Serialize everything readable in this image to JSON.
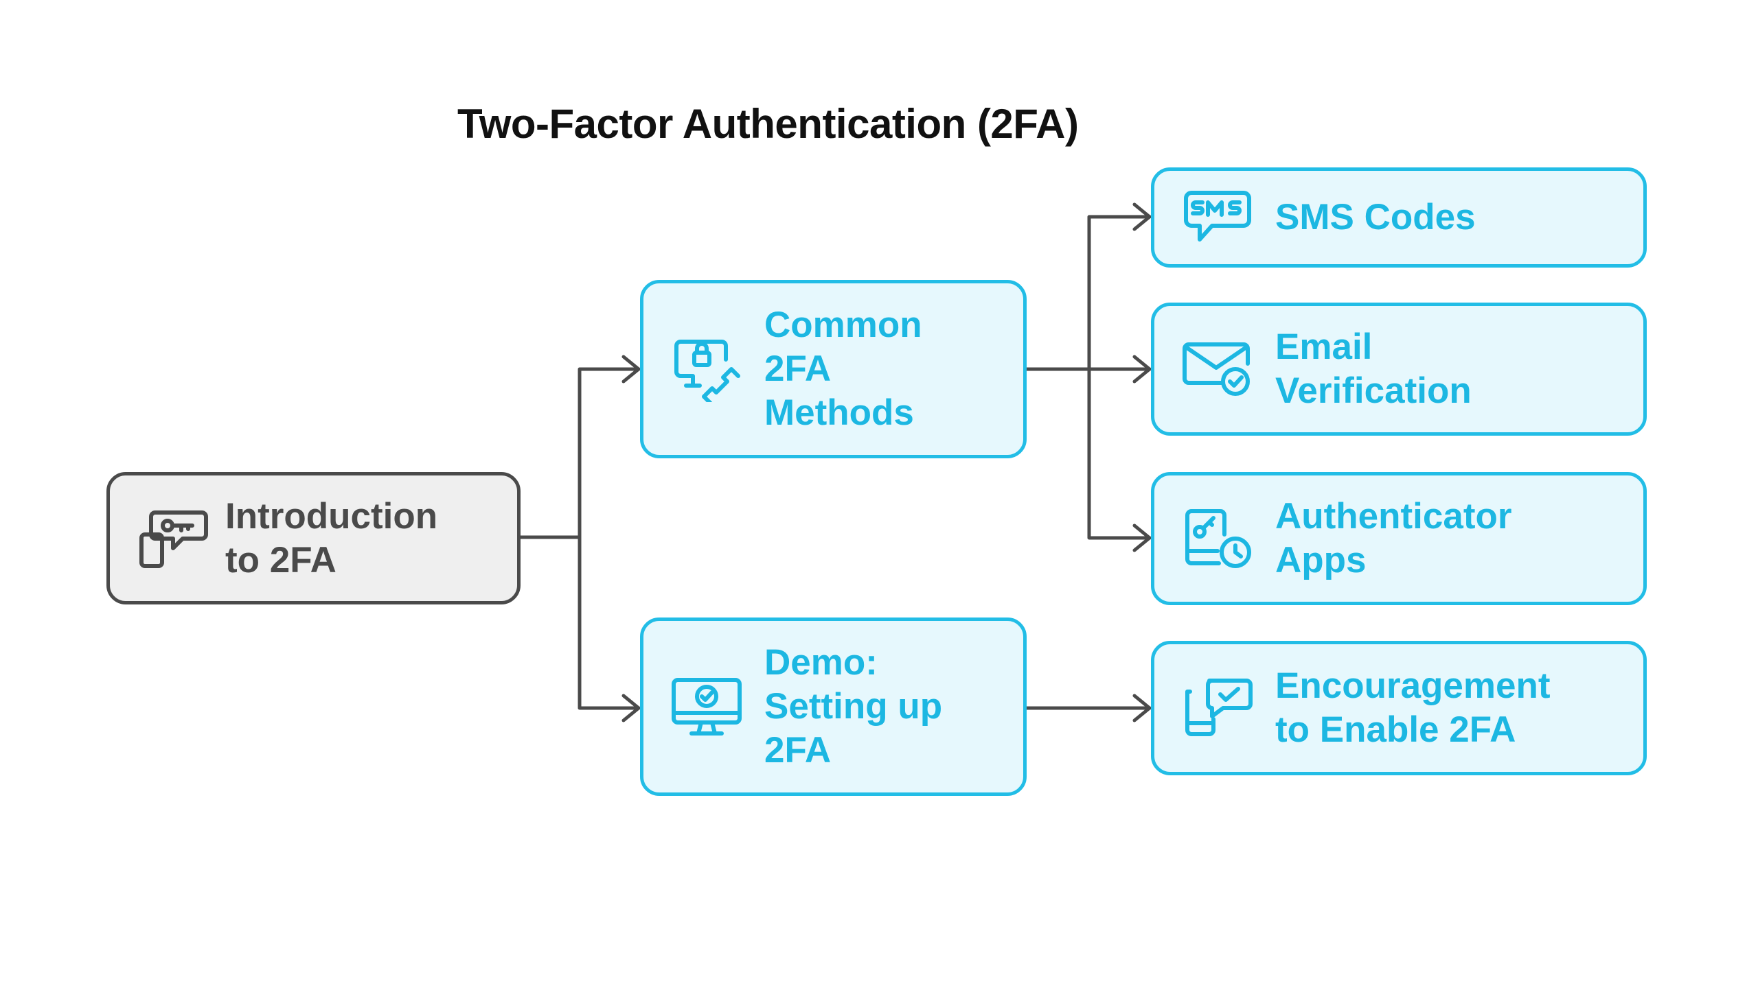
{
  "title": "Two-Factor Authentication (2FA)",
  "colors": {
    "accent": "#1cb7e2",
    "accent_border": "#22bde6",
    "accent_fill": "#e6f8fd",
    "root_fill": "#efefef",
    "root_border": "#4a4a4a",
    "connector": "#4a4a4a"
  },
  "nodes": {
    "intro": {
      "lines": [
        "Introduction",
        "to 2FA"
      ],
      "icon": "phone-chat-icon"
    },
    "common": {
      "lines": [
        "Common",
        "2FA",
        "Methods"
      ],
      "icon": "monitor-phone-lock-icon"
    },
    "demo": {
      "lines": [
        "Demo:",
        "Setting up",
        "2FA"
      ],
      "icon": "monitor-check-icon"
    },
    "sms": {
      "lines": [
        "SMS Codes"
      ],
      "icon": "sms-bubble-icon"
    },
    "email": {
      "lines": [
        "Email",
        "Verification"
      ],
      "icon": "envelope-check-icon"
    },
    "auth": {
      "lines": [
        "Authenticator",
        "Apps"
      ],
      "icon": "phone-clock-icon"
    },
    "encourage": {
      "lines": [
        "Encouragement",
        "to Enable 2FA"
      ],
      "icon": "phone-chat-check-icon"
    }
  },
  "edges": [
    {
      "from": "intro",
      "to": "common"
    },
    {
      "from": "intro",
      "to": "demo"
    },
    {
      "from": "common",
      "to": "sms"
    },
    {
      "from": "common",
      "to": "email"
    },
    {
      "from": "common",
      "to": "auth"
    },
    {
      "from": "demo",
      "to": "encourage"
    }
  ]
}
